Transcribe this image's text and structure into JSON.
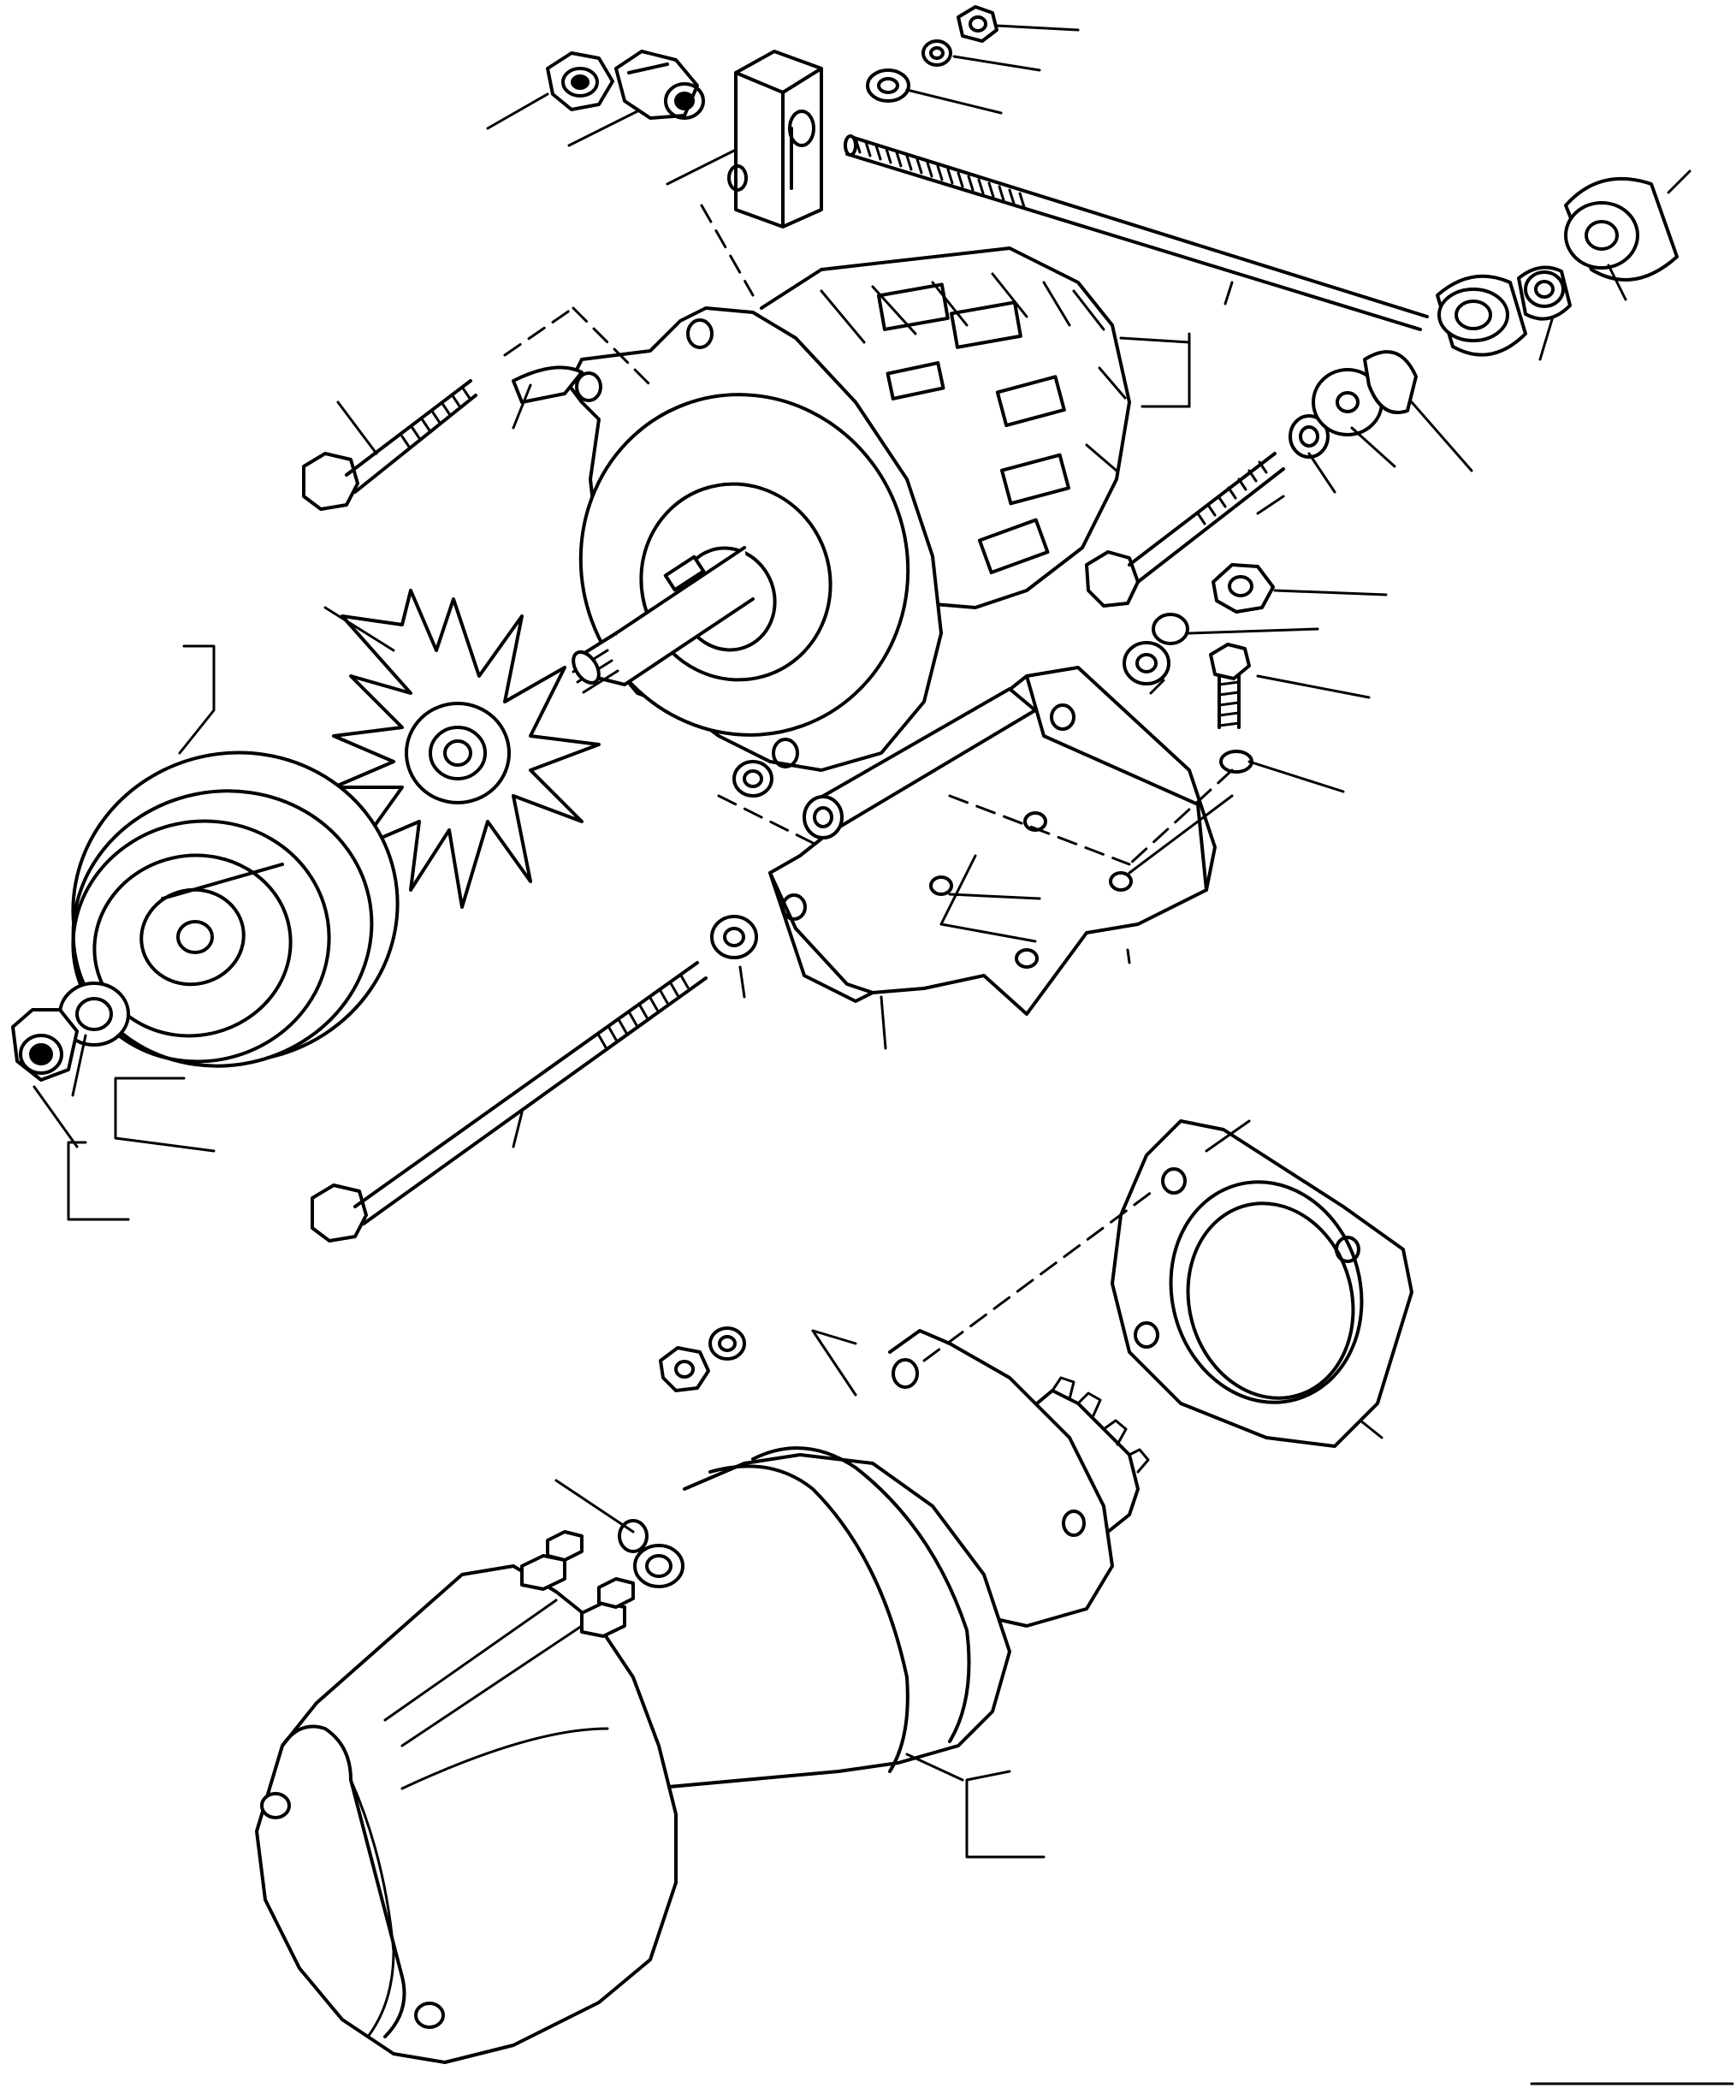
{
  "diagram": {
    "type": "exploded parts diagram",
    "background_color": "#ffffff",
    "line_color": "#000000",
    "assemblies": [
      "alternator",
      "starter-motor"
    ],
    "callout_labels": []
  }
}
